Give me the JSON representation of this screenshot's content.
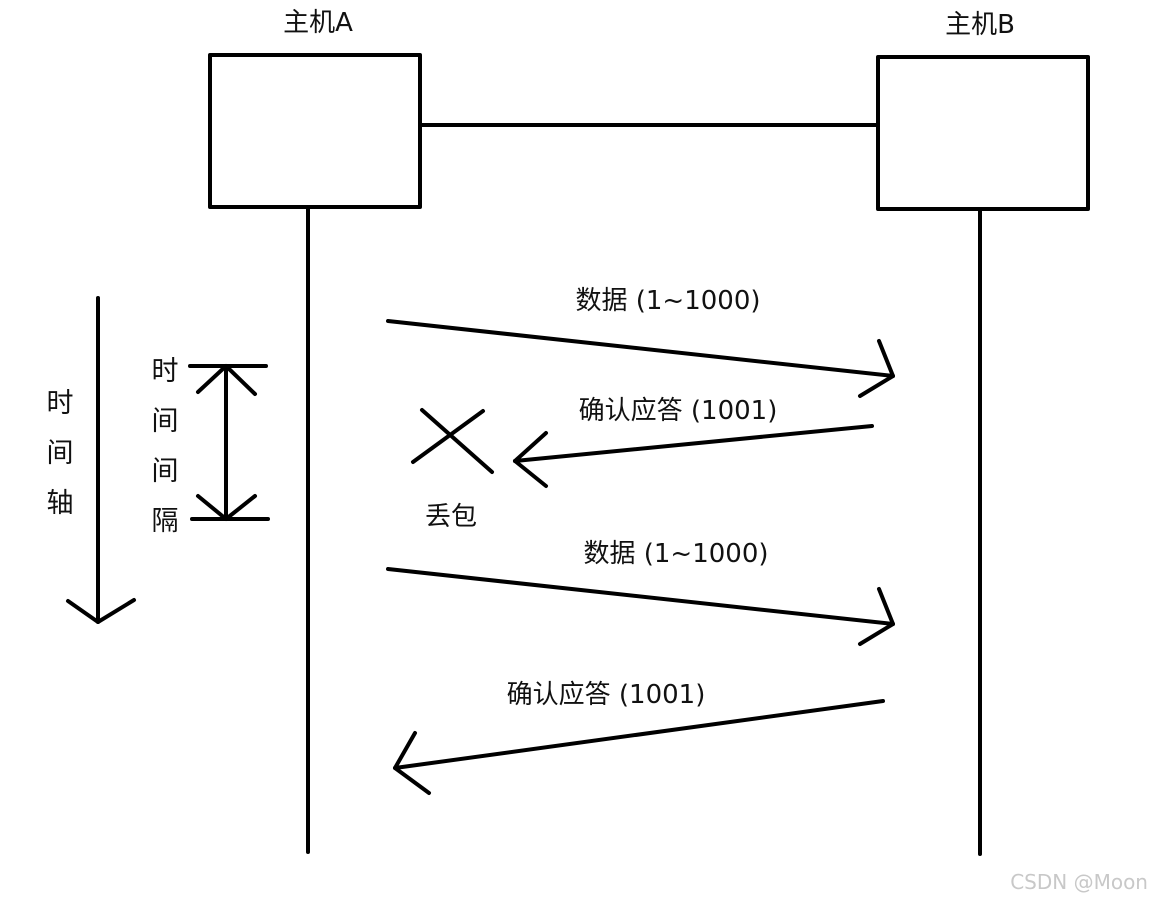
{
  "hosts": {
    "a": {
      "label": "主机A"
    },
    "b": {
      "label": "主机B"
    }
  },
  "messages": [
    {
      "label": "数据 (1~1000)",
      "direction": "A→B"
    },
    {
      "label": "确认应答 (1001)",
      "direction": "B→A",
      "lost": true
    },
    {
      "label": "数据 (1~1000)",
      "direction": "A→B"
    },
    {
      "label": "确认应答 (1001)",
      "direction": "B→A"
    }
  ],
  "lost_marker": {
    "label": "丢包"
  },
  "time_axis": {
    "label": [
      "时",
      "间",
      "轴"
    ]
  },
  "time_interval": {
    "label": [
      "时",
      "间",
      "间",
      "隔"
    ]
  },
  "watermark": "CSDN @Moon"
}
